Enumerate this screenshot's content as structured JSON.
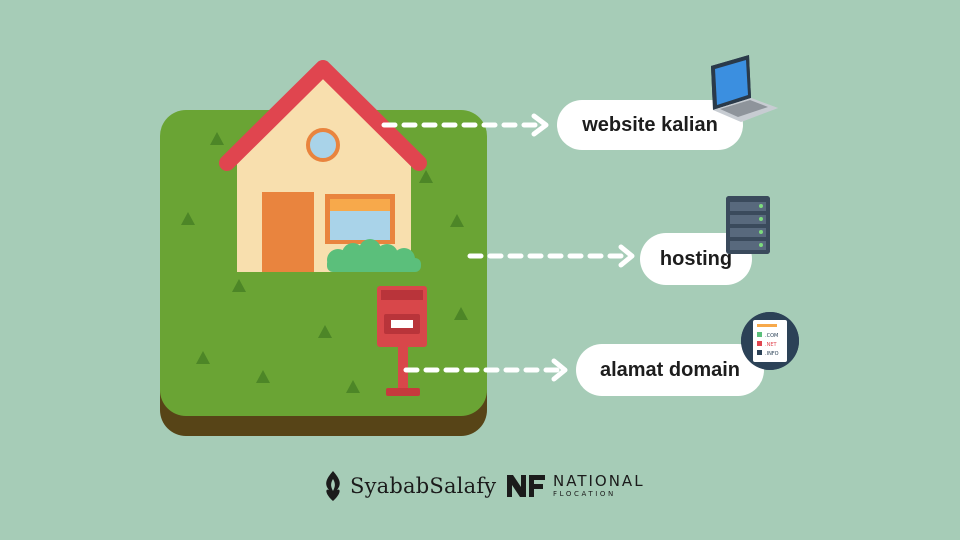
{
  "labels": {
    "website": "website kalian",
    "hosting": "hosting",
    "domain": "alamat domain"
  },
  "domain_icon": {
    "ext1": ".COM",
    "ext2": ".NET",
    "ext3": ".INFO"
  },
  "logos": {
    "brand1": "SyababSalafy",
    "brand2_line1": "NATIONAL",
    "brand2_line2": "FLOCATION"
  },
  "icons": [
    "house-icon",
    "mailbox-icon",
    "laptop-icon",
    "server-icon",
    "domain-document-icon",
    "flame-logo-icon",
    "nf-logo-icon"
  ],
  "colors": {
    "background": "#a6ccb7",
    "grass": "#6aa434",
    "soil": "#574417",
    "roof": "#e0454f",
    "wall": "#f8dfae",
    "door": "#e9843e",
    "window_blind": "#f7a94b",
    "window_glass": "#a9d3e9",
    "bush": "#5bbf7b",
    "mailbox": "#d8474a",
    "label_bg": "#ffffff"
  }
}
